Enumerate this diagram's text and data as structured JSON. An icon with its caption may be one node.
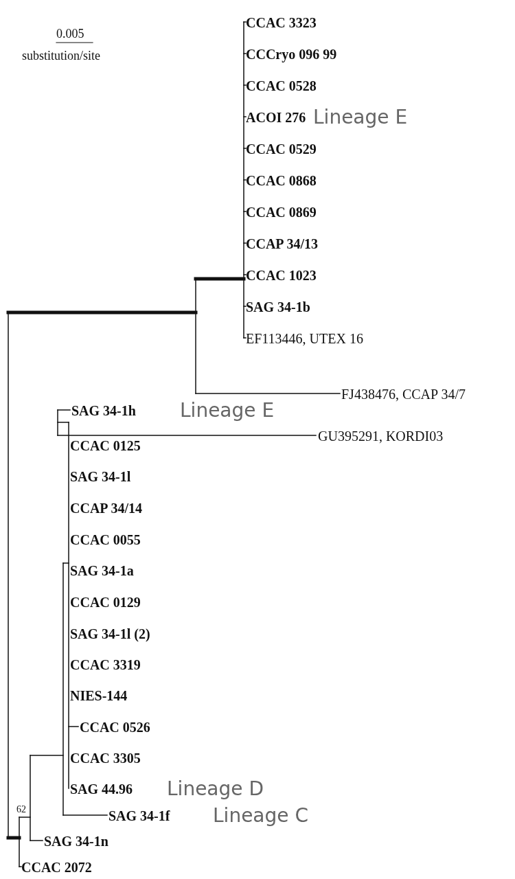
{
  "diagram": {
    "labels": [
      "0.005",
      "substitution/site",
      "CCAC 3323",
      "CCCryo 096 99",
      "CCAC 0528",
      "ACOI 276",
      "Lineage E",
      "CCAC 0529",
      "CCAC 0868",
      "CCAC 0869",
      "CCAP 34/13",
      "CCAC 1023",
      "SAG 34-1b",
      "EF113446, UTEX 16",
      "FJ438476, CCAP 34/7",
      "SAG 34-1h",
      "Lineage E",
      "GU395291, KORDI03",
      "CCAC 0125",
      "SAG 34-1l",
      "CCAP 34/14",
      "CCAC 0055",
      "SAG 34-1a",
      "CCAC 0129",
      "SAG 34-1l (2)",
      "CCAC 3319",
      "NIES-144",
      "CCAC 0526",
      "CCAC 3305",
      "SAG 44.96",
      "Lineage D",
      "SAG 34-1f",
      "Lineage C",
      "62",
      "SAG 34-1n",
      "CCAC 2072"
    ]
  }
}
